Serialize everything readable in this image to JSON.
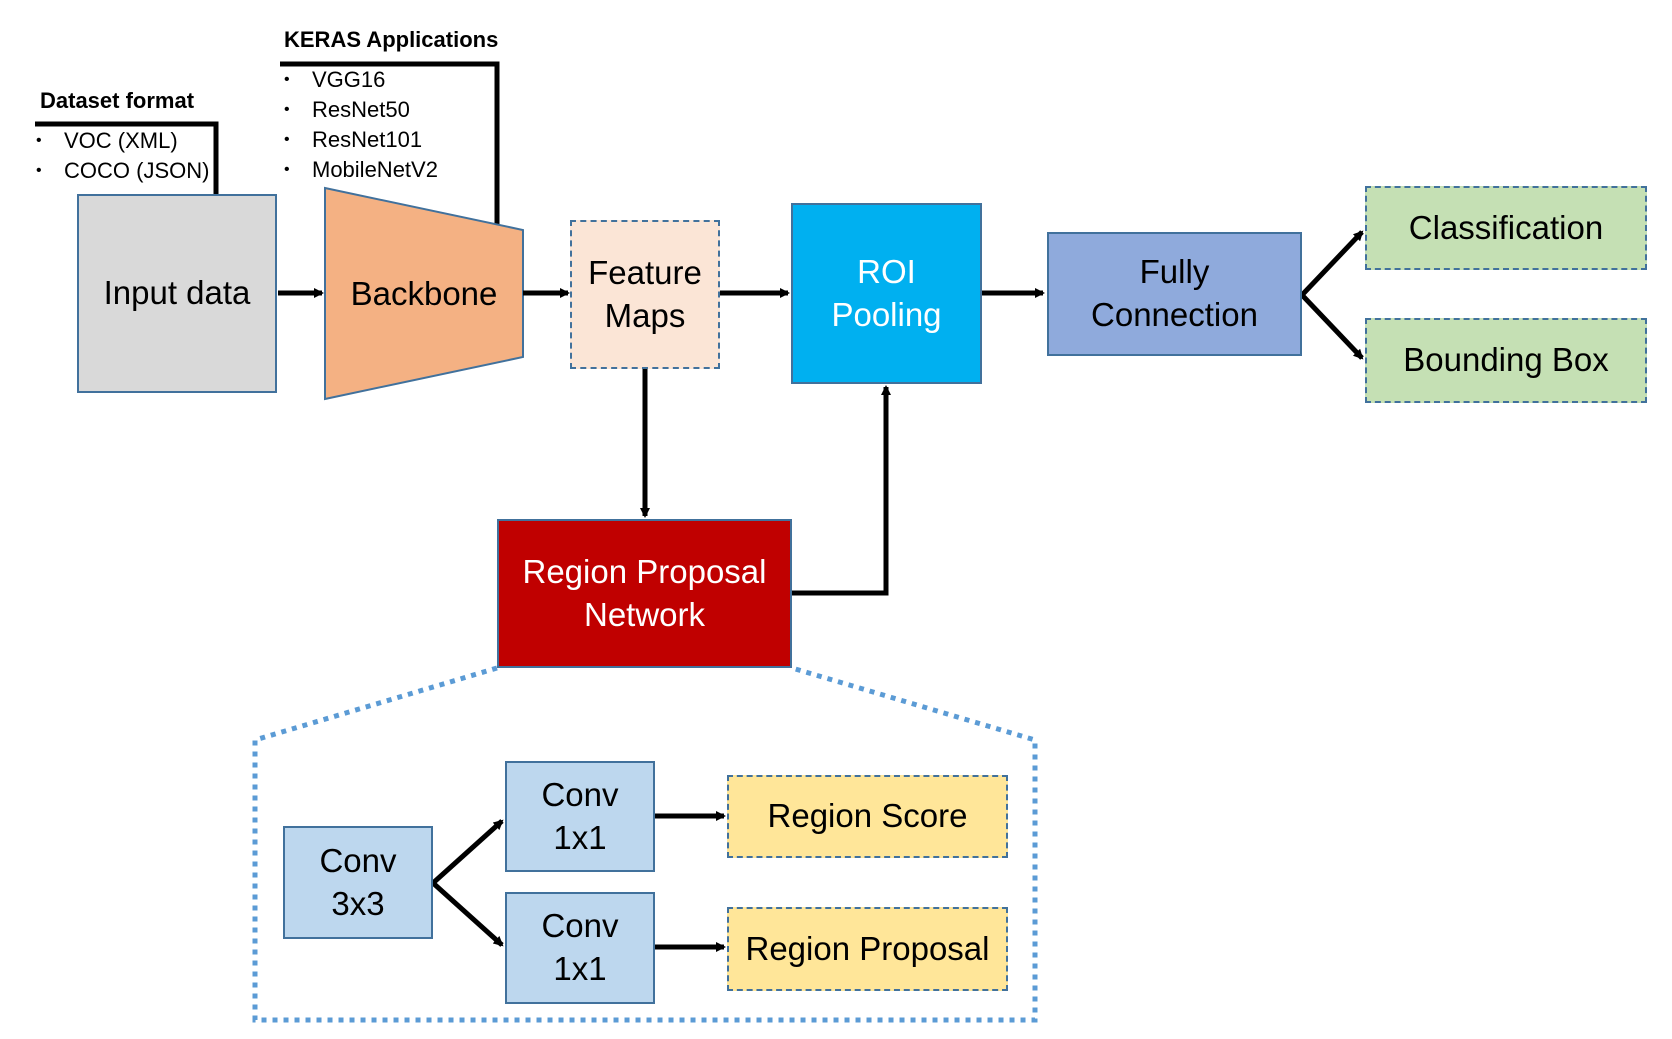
{
  "notes": {
    "dataset": {
      "title": "Dataset format",
      "items": [
        "VOC (XML)",
        "COCO (JSON)"
      ]
    },
    "keras": {
      "title": "KERAS Applications",
      "items": [
        "VGG16",
        "ResNet50",
        "ResNet101",
        "MobileNetV2"
      ]
    }
  },
  "nodes": {
    "input_data": "Input data",
    "backbone": "Backbone",
    "feature_maps": [
      "Feature",
      "Maps"
    ],
    "roi_pooling": [
      "ROI",
      "Pooling"
    ],
    "fully_connection": [
      "Fully",
      "Connection"
    ],
    "classification": "Classification",
    "bounding_box": "Bounding Box",
    "rpn": [
      "Region Proposal",
      "Network"
    ],
    "conv3x3": [
      "Conv",
      "3x3"
    ],
    "conv1x1_top": [
      "Conv",
      "1x1"
    ],
    "conv1x1_bottom": [
      "Conv",
      "1x1"
    ],
    "region_score": "Region Score",
    "region_proposal": "Region Proposal"
  },
  "colors": {
    "input_data": "#d9d9d9",
    "backbone": "#f4b183",
    "feature_maps": "#fbe5d6",
    "roi_pooling": "#00b0f0",
    "fully_connection": "#8faadc",
    "outputs": "#c5e0b4",
    "rpn": "#c00000",
    "conv": "#bdd7ee",
    "rpn_outputs": "#ffe699",
    "border": "#41719c",
    "dotted_outline": "#5b9bd5"
  }
}
